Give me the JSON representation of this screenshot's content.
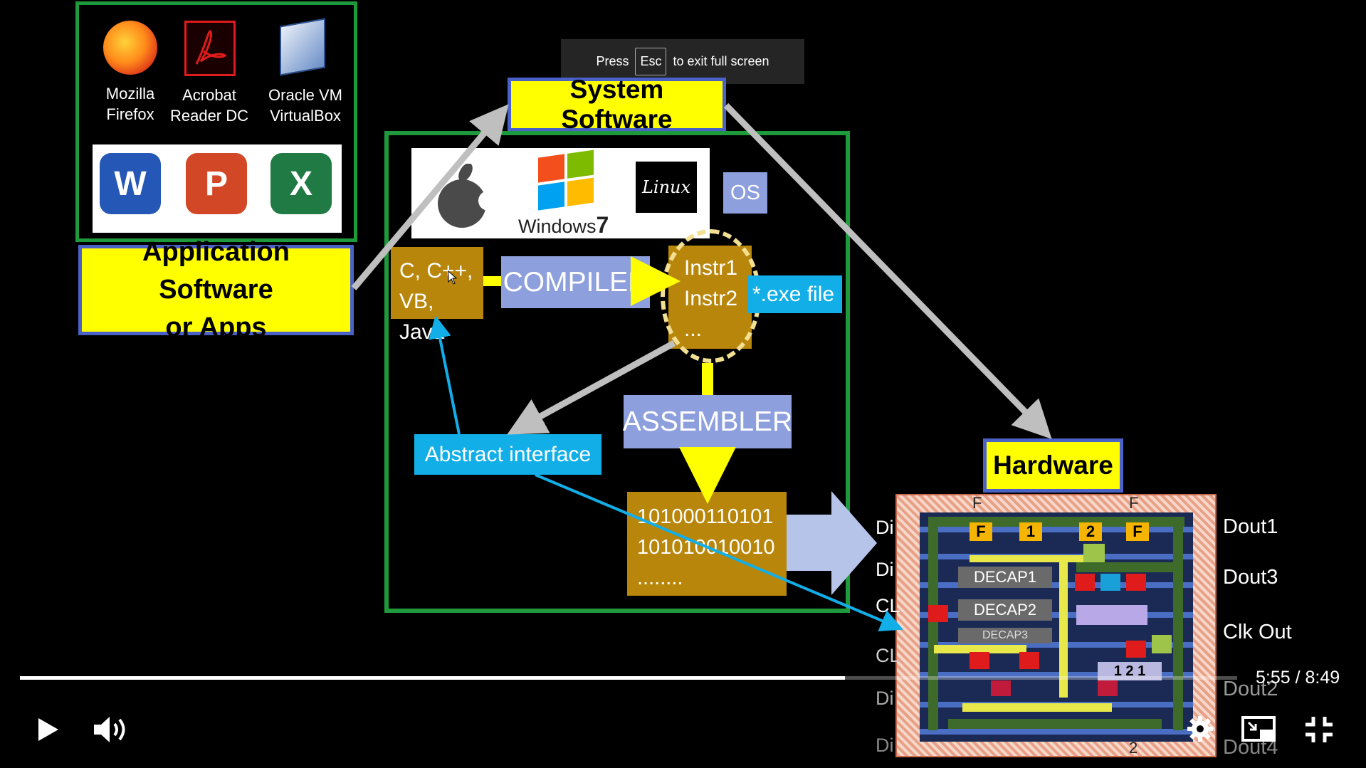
{
  "fullscreen_hint": {
    "press": "Press",
    "key": "Esc",
    "rest": "to exit full screen"
  },
  "desktop_icons": [
    {
      "icon": "firefox-icon",
      "line1": "Mozilla",
      "line2": "Firefox"
    },
    {
      "icon": "acrobat-icon",
      "line1": "Acrobat",
      "line2": "Reader DC"
    },
    {
      "icon": "virtualbox-icon",
      "line1": "Oracle VM",
      "line2": "VirtualBox"
    }
  ],
  "office_icons": [
    {
      "icon": "word-icon",
      "letter": "W"
    },
    {
      "icon": "powerpoint-icon",
      "letter": "P"
    },
    {
      "icon": "excel-icon",
      "letter": "X"
    }
  ],
  "labels": {
    "application_software": "Application Software",
    "or_apps": "or Apps",
    "system_software": "System Software",
    "hardware": "Hardware",
    "os": "OS",
    "windows": "Windows",
    "windows_version": "7",
    "linux": "Linux",
    "compiler": "COMPILER",
    "assembler": "ASSEMBLER",
    "abstract_interface": "Abstract interface",
    "exe_file": "*.exe file",
    "lang_line1": "C, C++,",
    "lang_line2": "VB, Java",
    "instr1": "Instr1",
    "instr2": "Instr2",
    "instr_more": "...",
    "bin1": "101000110101",
    "bin2": "101010010010",
    "bin3": "........"
  },
  "chip": {
    "inputs": [
      "Di",
      "Di",
      "CL",
      "CL",
      "Di",
      "Di"
    ],
    "outputs": [
      "Dout1",
      "Dout3",
      "Clk Out",
      "Dout2",
      "Dout4"
    ],
    "decaps": [
      "DECAP1",
      "DECAP2",
      "DECAP3"
    ],
    "top_letters": [
      "F",
      "F"
    ],
    "bottom_number": "2"
  },
  "player": {
    "time_current": "5:55",
    "time_separator": "/",
    "time_total": "8:49",
    "progress": 0.6778,
    "icons": {
      "play": "play-icon",
      "volume": "volume-icon",
      "settings": "gear-icon",
      "miniplayer": "miniplayer-icon",
      "exit_fullscreen": "exit-fullscreen-icon"
    }
  },
  "colors": {
    "highlight_yellow": "#ffff00",
    "frame_green": "#1e9a3c",
    "label_blue": "#4a62c8",
    "lavender": "#8d9fdc",
    "gold": "#b8860b",
    "cyan": "#12aee8",
    "arrow_gray": "#bfbfbf",
    "progress_red": "#ffffff"
  }
}
